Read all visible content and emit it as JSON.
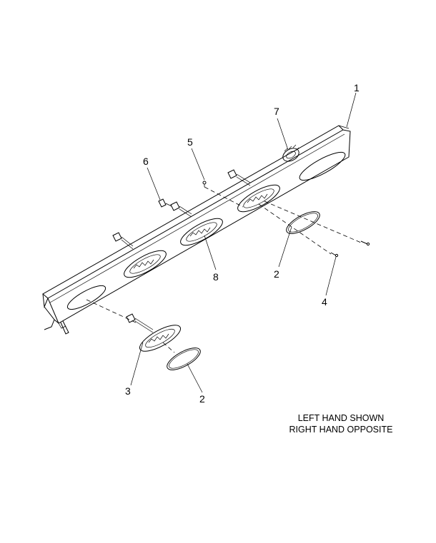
{
  "callouts": {
    "c1": "1",
    "c2a": "2",
    "c2b": "2",
    "c3": "3",
    "c4": "4",
    "c5": "5",
    "c6": "6",
    "c7": "7",
    "c8": "8"
  },
  "note": {
    "line1": "LEFT HAND SHOWN",
    "line2": "RIGHT HAND OPPOSITE"
  }
}
